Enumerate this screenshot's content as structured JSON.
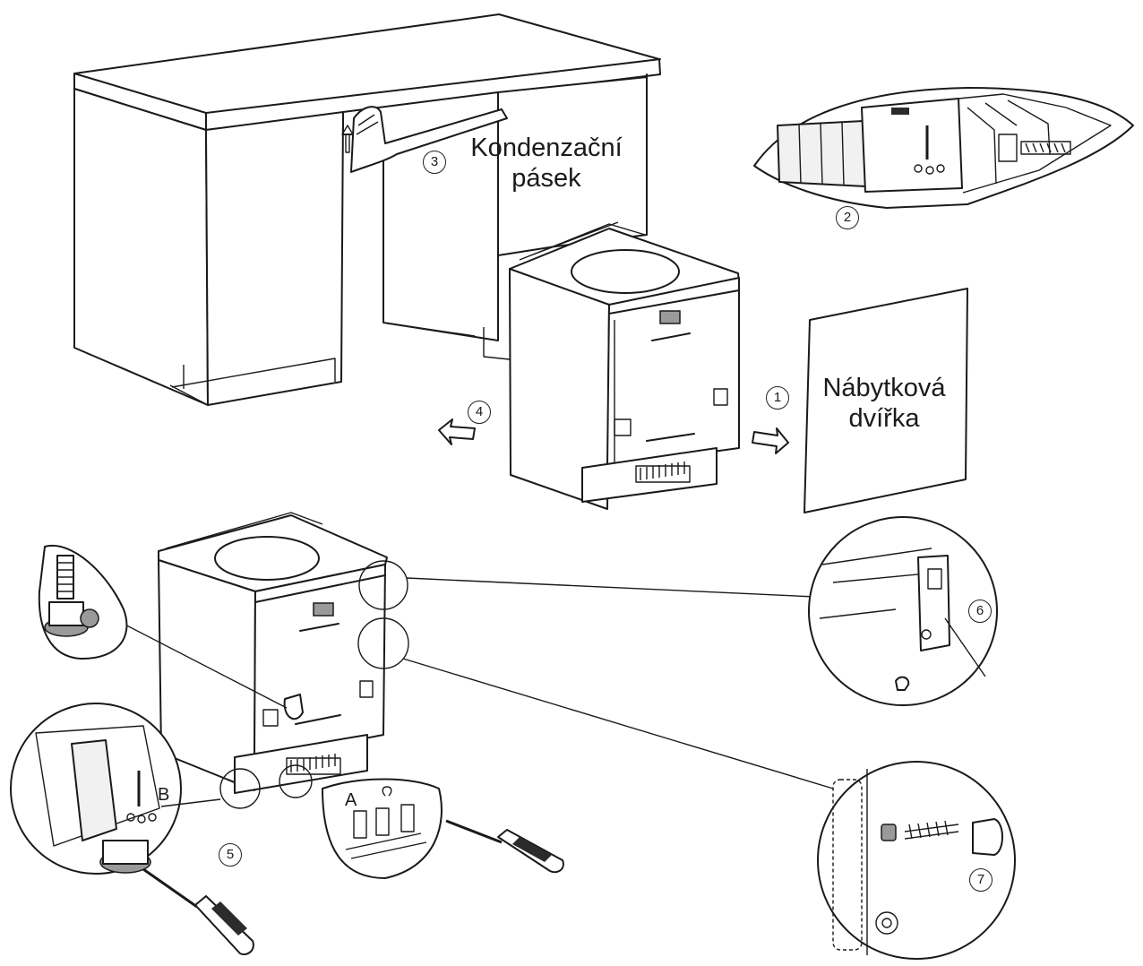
{
  "labels": {
    "condensation_strip": [
      "Kondenzační",
      "pásek"
    ],
    "furniture_door": [
      "Nábytková",
      "dvířka"
    ]
  },
  "steps": [
    "1",
    "2",
    "3",
    "4",
    "5",
    "6",
    "7"
  ],
  "letters": {
    "a": "A",
    "b": "B"
  }
}
